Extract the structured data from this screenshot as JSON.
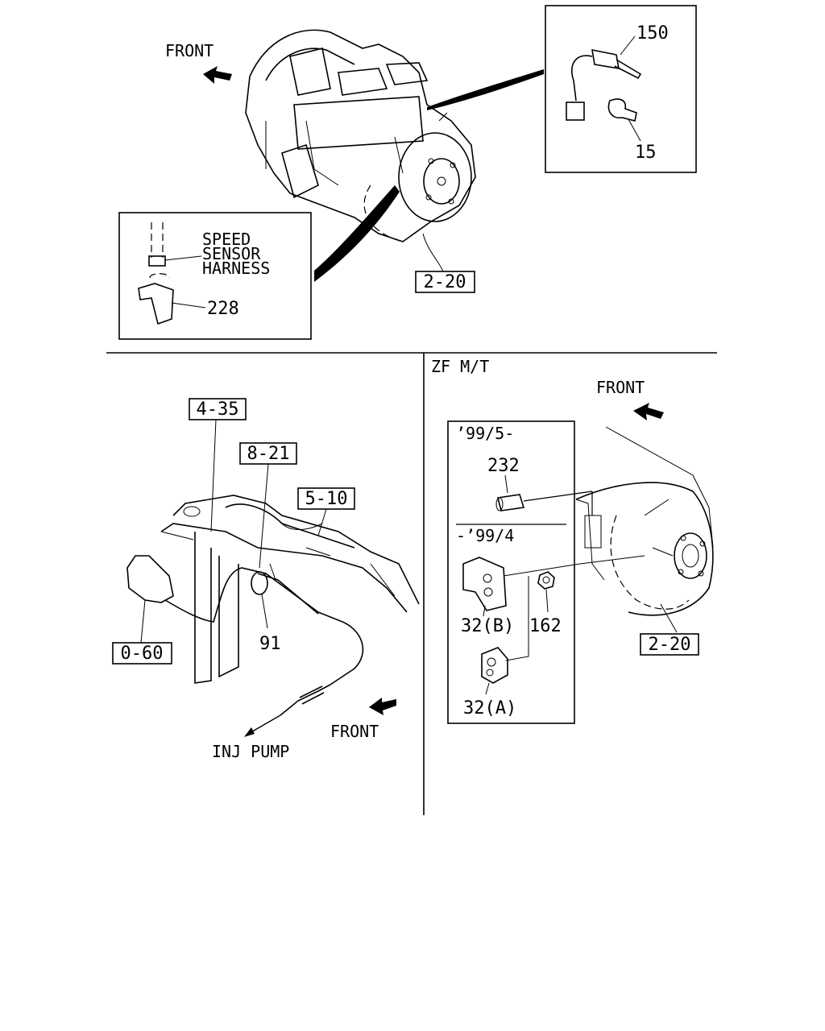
{
  "top": {
    "front_label": "FRONT",
    "ref_main": "2-20",
    "inset_sensor": {
      "part_150": "150",
      "part_15": "15"
    },
    "inset_harness": {
      "line1": "SPEED",
      "line2": "SENSOR",
      "line3": "HARNESS",
      "part_228": "228"
    }
  },
  "left_panel": {
    "ref_4_35": "4-35",
    "ref_8_21": "8-21",
    "ref_5_10": "5-10",
    "ref_0_60": "0-60",
    "part_91": "91",
    "front_label": "FRONT",
    "inj_pump_label": "INJ PUMP"
  },
  "right_panel": {
    "title": "ZF M/T",
    "front_label": "FRONT",
    "period_new": "’99/5-",
    "period_old": "-’99/4",
    "part_232": "232",
    "part_32b": "32(B)",
    "part_162": "162",
    "part_32a": "32(A)",
    "ref_2_20": "2-20"
  }
}
